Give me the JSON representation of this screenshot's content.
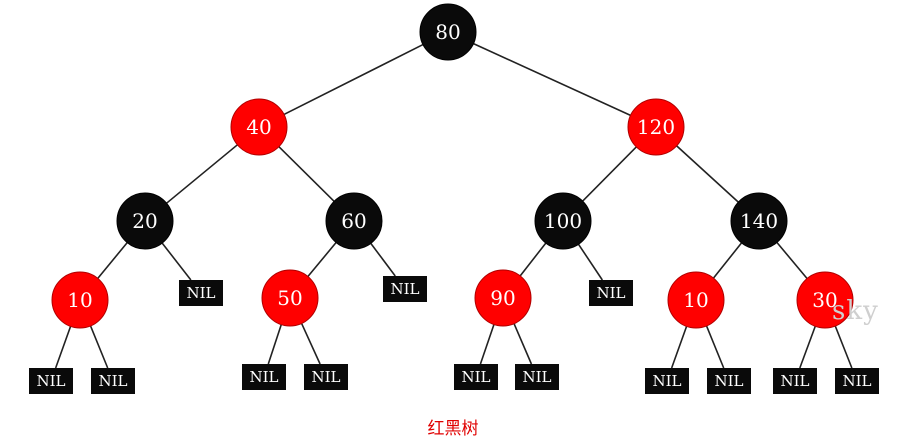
{
  "colors": {
    "red": "#ff0000",
    "black": "#0a0a0a",
    "edge": "#222222",
    "caption": "#e00000"
  },
  "caption": "红黑树",
  "watermark": "sky",
  "nil_label": "NIL",
  "nodes": [
    {
      "id": "n80",
      "label": "80",
      "color": "black"
    },
    {
      "id": "n40",
      "label": "40",
      "color": "red"
    },
    {
      "id": "n120",
      "label": "120",
      "color": "red"
    },
    {
      "id": "n20",
      "label": "20",
      "color": "black"
    },
    {
      "id": "n60",
      "label": "60",
      "color": "black"
    },
    {
      "id": "n100",
      "label": "100",
      "color": "black"
    },
    {
      "id": "n140",
      "label": "140",
      "color": "black"
    },
    {
      "id": "n10a",
      "label": "10",
      "color": "red"
    },
    {
      "id": "n50",
      "label": "50",
      "color": "red"
    },
    {
      "id": "n90",
      "label": "90",
      "color": "red"
    },
    {
      "id": "n10b",
      "label": "10",
      "color": "red"
    },
    {
      "id": "n30",
      "label": "30",
      "color": "red"
    }
  ],
  "nils": [
    {
      "id": "nil20r"
    },
    {
      "id": "nil60r"
    },
    {
      "id": "nil100r"
    },
    {
      "id": "nil10a_l"
    },
    {
      "id": "nil10a_r"
    },
    {
      "id": "nil50_l"
    },
    {
      "id": "nil50_r"
    },
    {
      "id": "nil90_l"
    },
    {
      "id": "nil90_r"
    },
    {
      "id": "nil10b_l"
    },
    {
      "id": "nil10b_r"
    },
    {
      "id": "nil30_l"
    },
    {
      "id": "nil30_r"
    }
  ],
  "edges": [
    [
      "n80",
      "n40"
    ],
    [
      "n80",
      "n120"
    ],
    [
      "n40",
      "n20"
    ],
    [
      "n40",
      "n60"
    ],
    [
      "n120",
      "n100"
    ],
    [
      "n120",
      "n140"
    ],
    [
      "n20",
      "n10a"
    ],
    [
      "n20",
      "nil20r"
    ],
    [
      "n60",
      "n50"
    ],
    [
      "n60",
      "nil60r"
    ],
    [
      "n100",
      "n90"
    ],
    [
      "n100",
      "nil100r"
    ],
    [
      "n140",
      "n10b"
    ],
    [
      "n140",
      "n30"
    ],
    [
      "n10a",
      "nil10a_l"
    ],
    [
      "n10a",
      "nil10a_r"
    ],
    [
      "n50",
      "nil50_l"
    ],
    [
      "n50",
      "nil50_r"
    ],
    [
      "n90",
      "nil90_l"
    ],
    [
      "n90",
      "nil90_r"
    ],
    [
      "n10b",
      "nil10b_l"
    ],
    [
      "n10b",
      "nil10b_r"
    ],
    [
      "n30",
      "nil30_l"
    ],
    [
      "n30",
      "nil30_r"
    ]
  ]
}
